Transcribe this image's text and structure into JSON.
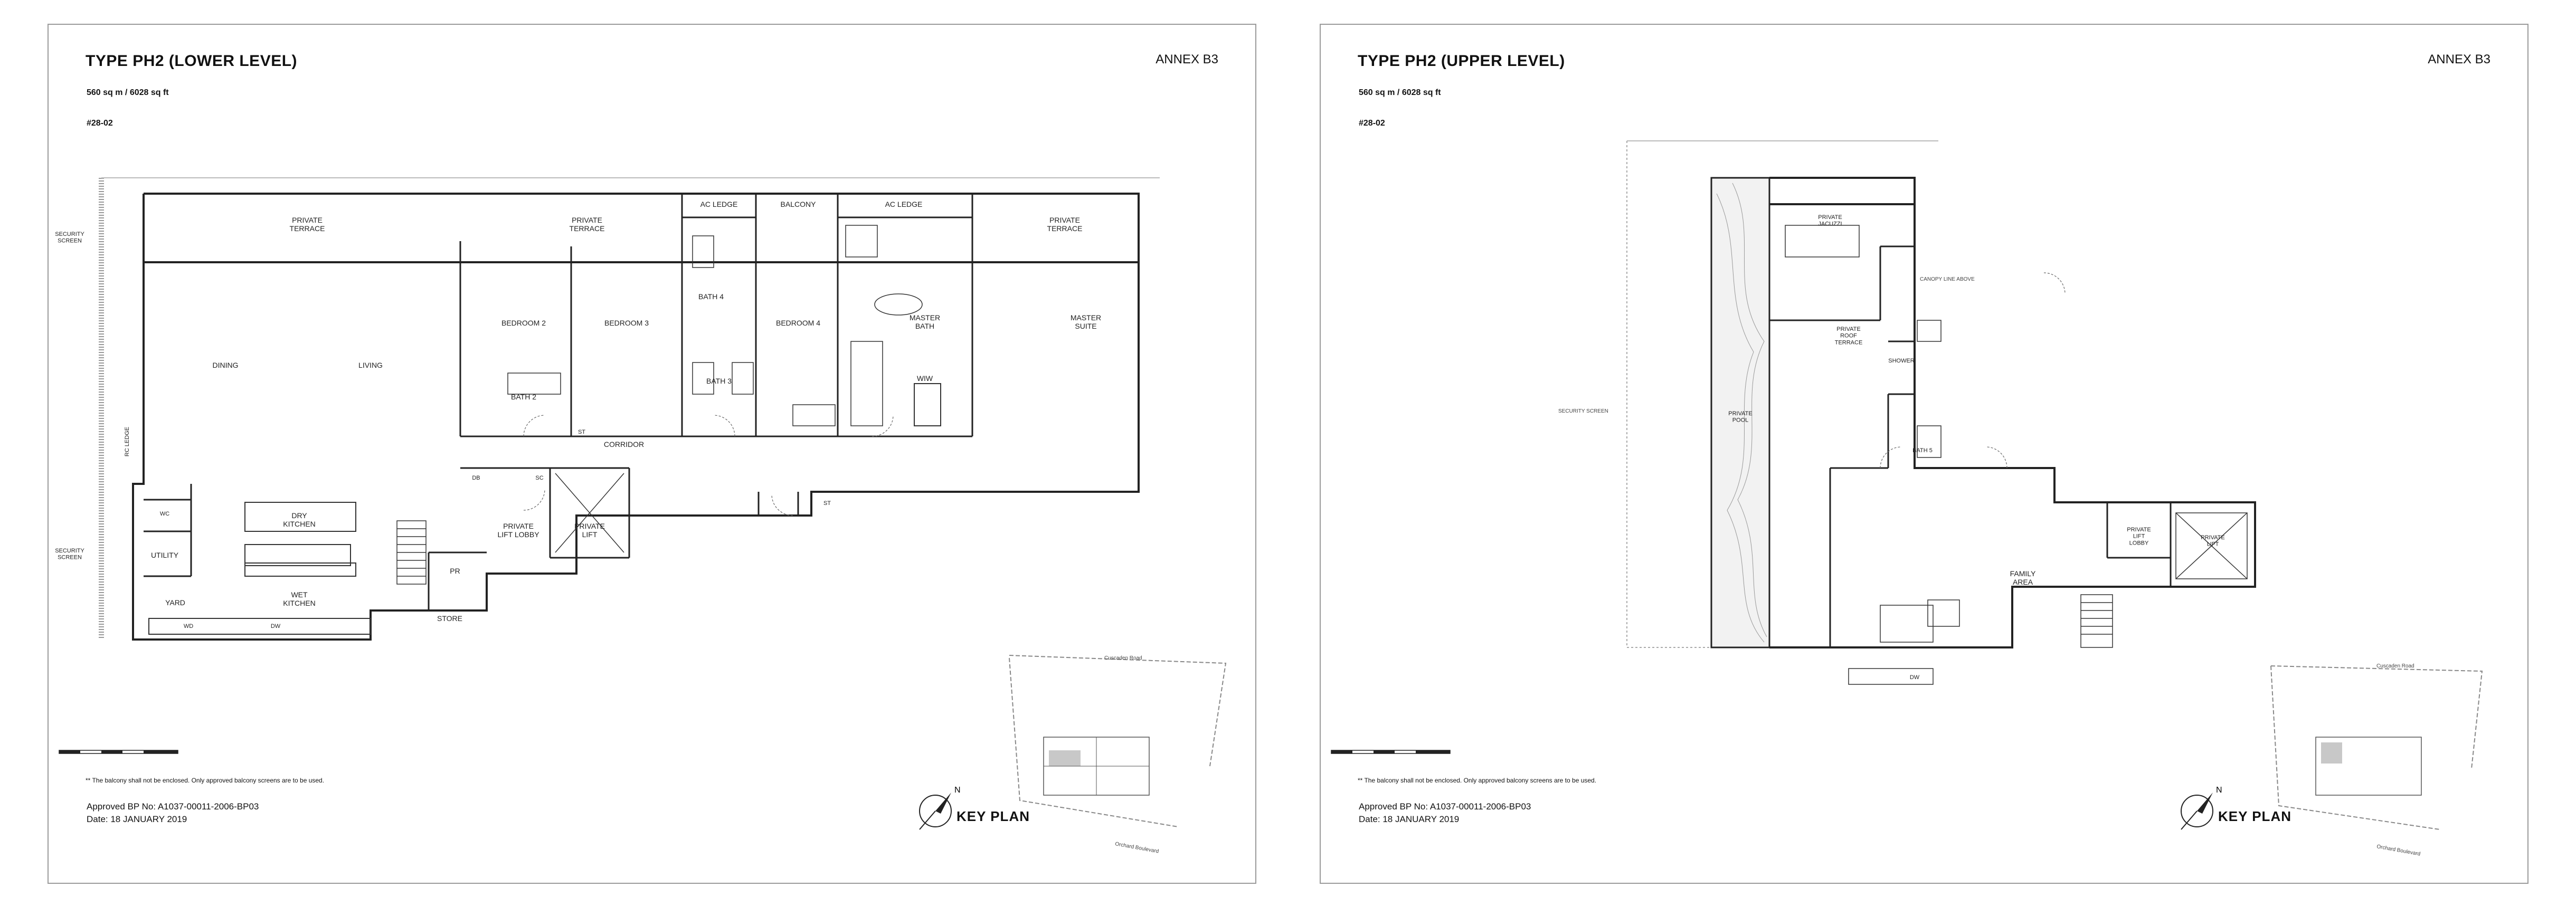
{
  "left_sheet": {
    "title": "TYPE PH2 (LOWER LEVEL)",
    "annex": "ANNEX B3",
    "area": "560 sq m / 6028 sq ft",
    "unit": "#28-02",
    "rooms": {
      "private_terrace_1": "PRIVATE\nTERRACE",
      "private_terrace_2": "PRIVATE\nTERRACE",
      "private_terrace_3": "PRIVATE\nTERRACE",
      "ac_ledge_1": "AC LEDGE",
      "ac_ledge_2": "AC LEDGE",
      "balcony": "BALCONY",
      "security_screen_1": "SECURITY\nSCREEN",
      "security_screen_2": "SECURITY\nSCREEN",
      "dining": "DINING",
      "living": "LIVING",
      "bedroom_2": "BEDROOM 2",
      "bedroom_3": "BEDROOM 3",
      "bedroom_4": "BEDROOM 4",
      "bath_2": "BATH 2",
      "bath_3": "BATH 3",
      "bath_4": "BATH 4",
      "master_bath": "MASTER\nBATH",
      "master_suite": "MASTER\nSUITE",
      "wiw": "WIW",
      "corridor": "CORRIDOR",
      "rc_ledge": "RC LEDGE",
      "wc": "WC",
      "utility": "UTILITY",
      "yard": "YARD",
      "dry_kitchen": "DRY\nKITCHEN",
      "wet_kitchen": "WET\nKITCHEN",
      "private_lift_lobby": "PRIVATE\nLIFT LOBBY",
      "private_lift": "PRIVATE\nLIFT",
      "pr": "PR",
      "store": "STORE",
      "st_1": "ST",
      "st_2": "ST",
      "sc": "SC",
      "db": "DB",
      "dw": "DW",
      "wd": "WD"
    },
    "note": "** The balcony shall not be enclosed. Only approved balcony screens are to be used.",
    "approval_line1": "Approved BP No: A1037-00011-2006-BP03",
    "approval_line2": "Date: 18 JANUARY 2019",
    "key_plan": "KEY PLAN",
    "road_1": "Cuscaden Road",
    "road_2": "Orchard Boulevard"
  },
  "right_sheet": {
    "title": "TYPE PH2 (UPPER LEVEL)",
    "annex": "ANNEX B3",
    "area": "560 sq m / 6028 sq ft",
    "unit": "#28-02",
    "rooms": {
      "private_jacuzzi": "PRIVATE\nJACUZZI",
      "canopy_line": "CANOPY LINE ABOVE",
      "private_roof_terrace": "PRIVATE\nROOF\nTERRACE",
      "shower": "SHOWER",
      "security_screen": "SECURITY SCREEN",
      "private_pool": "PRIVATE\nPOOL",
      "bath_5": "BATH 5",
      "private_lift_lobby": "PRIVATE\nLIFT\nLOBBY",
      "private_lift": "PRIVATE\nLIFT",
      "family_area": "FAMILY\nAREA",
      "dw": "DW"
    },
    "note": "** The balcony shall not be enclosed. Only approved balcony screens are to be used.",
    "approval_line1": "Approved BP No: A1037-00011-2006-BP03",
    "approval_line2": "Date: 18 JANUARY 2019",
    "key_plan": "KEY PLAN",
    "road_1": "Cuscaden Road",
    "road_2": "Orchard Boulevard"
  },
  "colors": {
    "wall": "#222222",
    "border": "#9a9a9a",
    "hatch": "#888888",
    "highlight": "#c8c8c8"
  },
  "icons": {
    "north_arrow": "north-arrow-icon"
  }
}
